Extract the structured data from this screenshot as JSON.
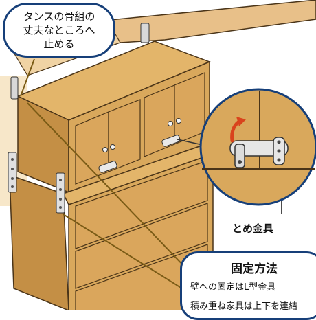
{
  "top_note": {
    "lines": [
      "タンスの骨組の",
      "丈夫なところへ",
      "止める"
    ]
  },
  "clip": {
    "label": "とめ金具"
  },
  "method": {
    "title": "固定方法",
    "line1": "壁への固定はL型金具",
    "line2": "積み重ね家具は上下を連結"
  },
  "colors": {
    "wood_front": "#d9a85c",
    "wood_side": "#c48f45",
    "wood_top": "#e3b56a",
    "outline": "#4a3418",
    "callout_border": "#163f79",
    "arrow": "#d9441d",
    "leader": "#7a5b16"
  },
  "icons": [
    "l-bracket-icon",
    "clasp-icon",
    "rotate-arrow-icon"
  ]
}
